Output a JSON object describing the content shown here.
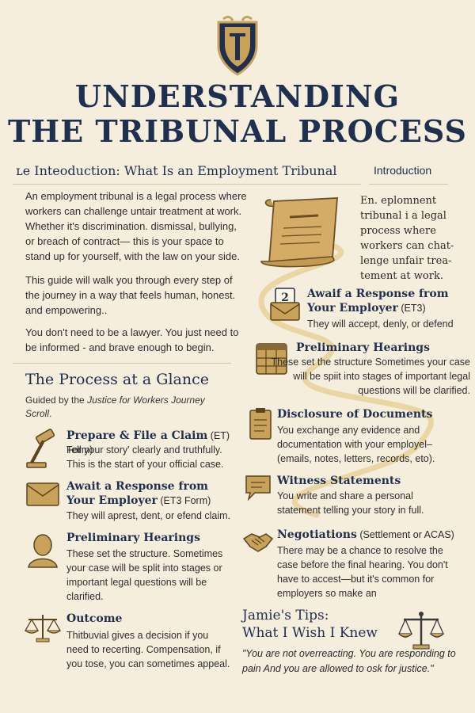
{
  "title_line1": "UNDERSTANDING",
  "title_line2": "THE TRIBUNAL PROCESS",
  "intro": {
    "heading": "ʟe Inteoduction: What Is an Employment Tribunal",
    "tab_label": "Introduction",
    "p1": "An employment tribunal is a legal process where workers can challenge untair treatment at work. Whether it's discrimination. dismissal, bullying, or breach of contract— this is your space to stand up for yourself, with the law on your side.",
    "p2": "This guide will walk you through every step of the journey in a way that feels human, honest. and empowering..",
    "p3": "You don't need to be a lawyer. You just need to be informed ‑ and brave enough to begin."
  },
  "process": {
    "title": "The Process at a Glance",
    "subtitle_prefix": "Guided by the ",
    "subtitle_italic": "Justice for Workers Journey Scroll",
    "subtitle_suffix": "."
  },
  "left_steps": [
    {
      "title": "Prepare & File a Claim",
      "title_extra": " (ET) Form)",
      "text": "Tell your story' clearly and truthfully. This is the start of your official case.",
      "icon": "gavel-icon"
    },
    {
      "title": "Await a Response from Your Employer",
      "title_extra": " (ET3 Form)",
      "text": "They will aprest, dent, or efend  claim.",
      "icon": "envelope-icon"
    },
    {
      "title": "Preliminary Hearings",
      "title_extra": "",
      "text": "These set the structure. Sometimes your case will be split into stages or important legal questions will be clarified.",
      "icon": "person-silhouette-icon"
    },
    {
      "title": "Outcome",
      "title_extra": "",
      "text": "Thitbuvial gives a decision  if you need to recerting. Compensation, if you tose, you can sometimes appeal.",
      "icon": "scales-icon"
    }
  ],
  "right_intro": "En. eplomnent tribunal i a legal process where workers can chat-lenge unfair trea-tement at work.",
  "right_steps": [
    {
      "title": "Awaif  a Response from Your Employer",
      "title_extra": " (ET3)",
      "text": "They will accept, denly, or defend",
      "icon": "mailbox-icon"
    },
    {
      "title": "Preliminary Hearings",
      "title_extra": "",
      "text": "These set the structure Sometimes your case will be spiit into stages of important legal questions will be clarified.",
      "icon": "calendar-icon"
    },
    {
      "title": "Disclosure of Documents",
      "title_extra": "",
      "text": "You exchange any evidence and documentation with your employel– (emails, notes, letters, records, eto).",
      "icon": "clipboard-icon"
    },
    {
      "title": "Witness Statements",
      "title_extra": "",
      "text": "You write and share a personal statement telling your story in full.",
      "icon": "speech-bubble-icon"
    },
    {
      "title": "Negotiations",
      "title_extra": " (Settlement or ACAS)",
      "text": "There may be a chance to resolve the case before the final hearing. You don't have to accest—but it's common for employers so make an",
      "icon": "handshake-icon"
    }
  ],
  "jamie": {
    "title_line1": "Jamie's Tips:",
    "title_line2": "What I Wish I Knew",
    "quote": "\"You are not overreacting. You are responding to pain And you are allowed to osk for justice.\""
  },
  "colors": {
    "navy": "#1f2f4f",
    "gold": "#c9a25a",
    "parchment": "#f6eedd"
  }
}
